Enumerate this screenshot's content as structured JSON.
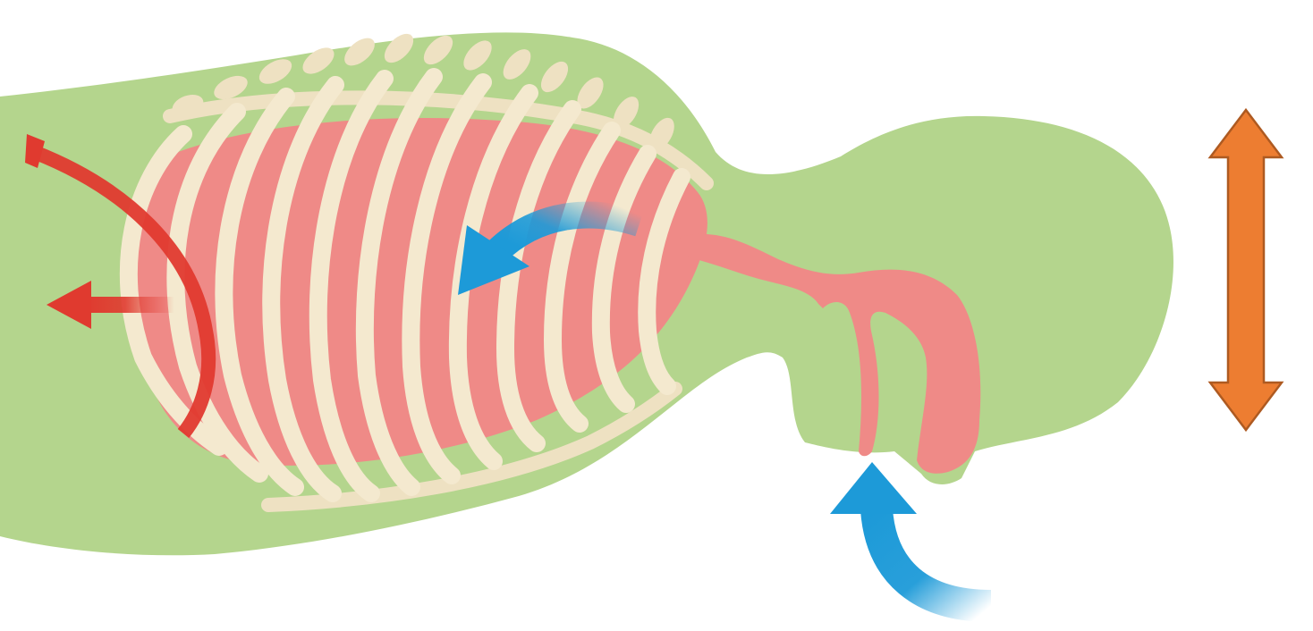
{
  "colors": {
    "background": "#ffffff",
    "body": "#b4d58d",
    "lung": "#ef8a87",
    "bone": "#f4e9cf",
    "bone_shadow": "#e8dcc0",
    "exhale_arrow": "#e03a2f",
    "inhale_arrow": "#1d9ad8",
    "double_arrow_fill": "#ed7d31",
    "double_arrow_stroke": "#ae5a21"
  },
  "icons": {
    "exhale": "curved-red-arrow-out",
    "inhale_mouth": "curved-blue-arrow-up",
    "inhale_lungs": "curved-blue-arrow-in",
    "vertical_motion": "orange-double-arrow"
  }
}
